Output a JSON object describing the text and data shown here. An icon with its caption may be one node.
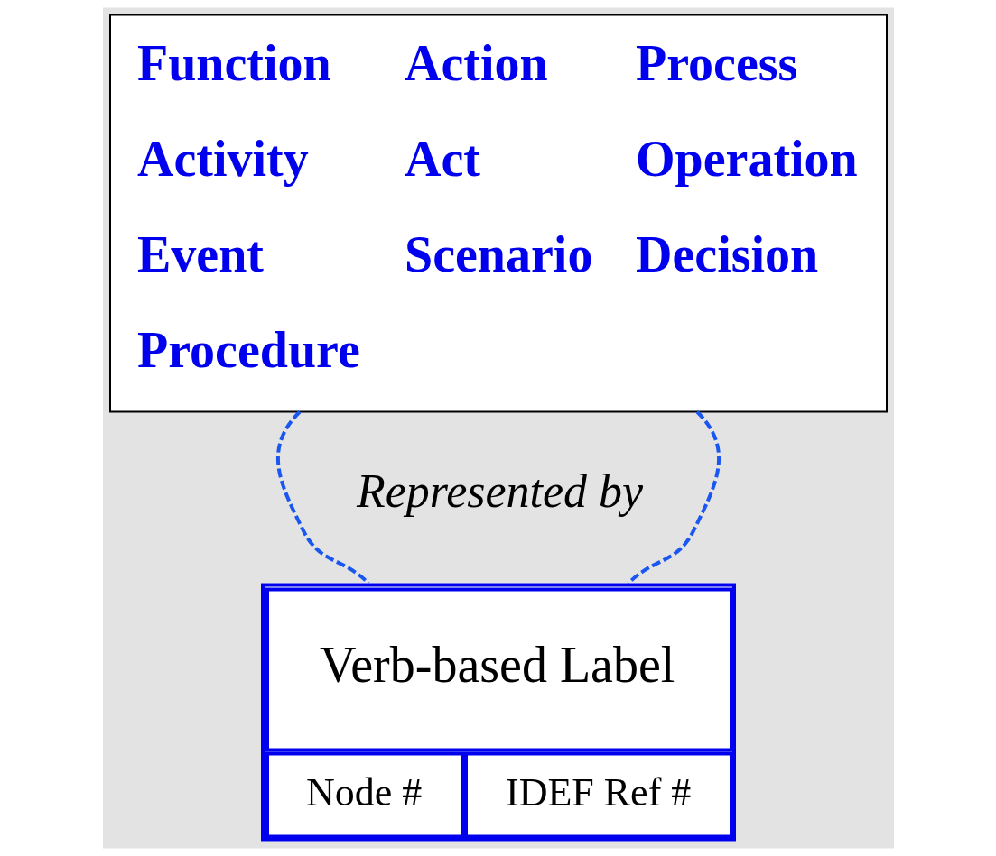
{
  "diagram": {
    "nodes": [
      {
        "text": [
          "Function",
          "Action",
          "Process",
          "Activity",
          "Act",
          "Operation",
          "Event",
          "Scenario",
          "Decision",
          "Procedure"
        ]
      },
      {
        "text": [
          "Verb-based Label",
          "Node #",
          "IDEF Ref #"
        ]
      }
    ],
    "edges": [
      {
        "from": 0,
        "to": 1,
        "arrow": "none",
        "style": "dashed",
        "color": "#1a56f0"
      },
      {
        "from": 0,
        "to": 1,
        "arrow": "none",
        "style": "dashed",
        "color": "#1a56f0"
      }
    ],
    "labels": [
      "Represented by"
    ]
  }
}
